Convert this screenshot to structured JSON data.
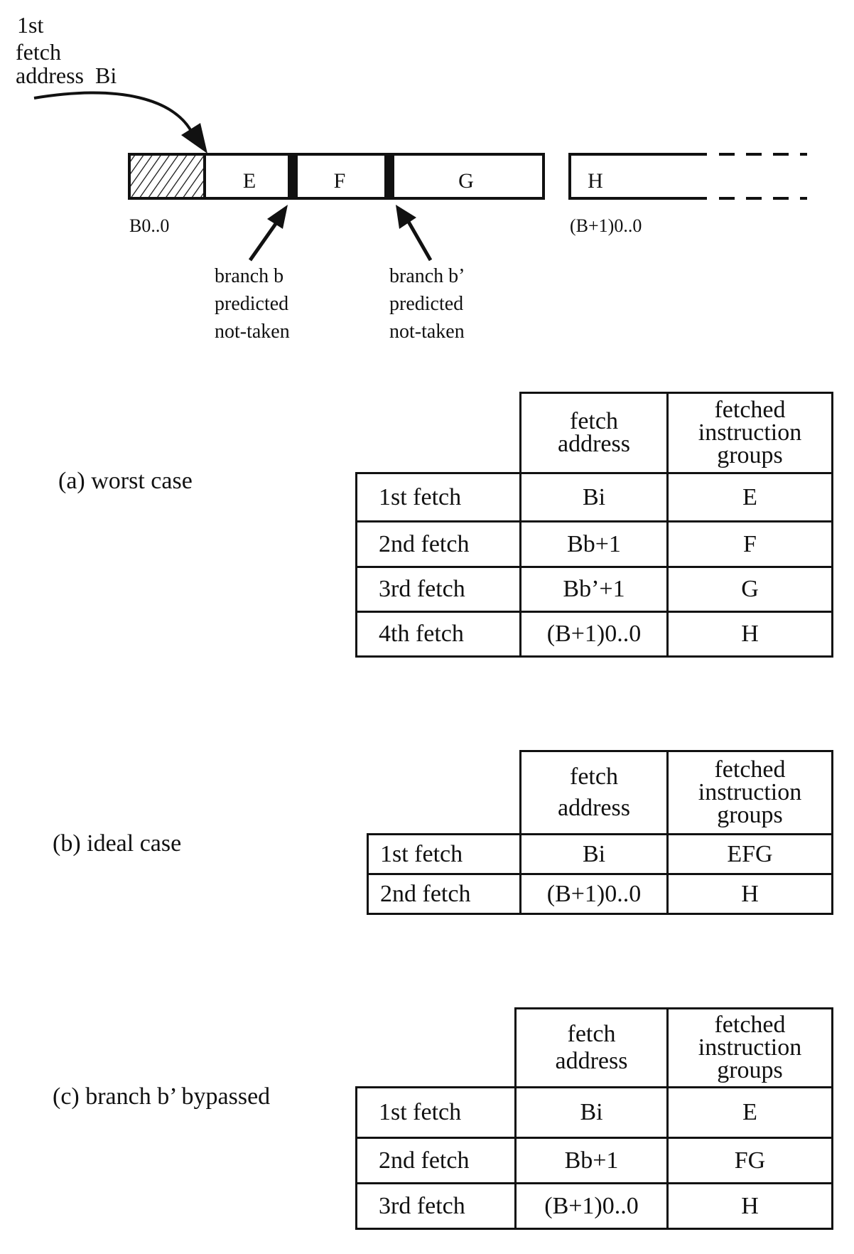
{
  "diagram": {
    "first_fetch_label": [
      "1st",
      "fetch",
      "address  Bi"
    ],
    "blocks": [
      "E",
      "F",
      "G",
      "H"
    ],
    "addr_left": "B0..0",
    "addr_right": "(B+1)0..0",
    "branch_b": [
      "branch b",
      "predicted",
      "not-taken"
    ],
    "branch_b_prime": [
      "branch b’",
      "predicted",
      "not-taken"
    ]
  },
  "tables": {
    "header": {
      "fetch_address": [
        "fetch",
        "address"
      ],
      "fetched_groups": [
        "fetched",
        "instruction",
        "groups"
      ]
    },
    "worst": {
      "label": "(a) worst case",
      "rows": [
        {
          "fetch": "1st fetch",
          "address": "Bi",
          "groups": "E"
        },
        {
          "fetch": "2nd fetch",
          "address": "Bb+1",
          "groups": "F"
        },
        {
          "fetch": "3rd fetch",
          "address": "Bb’+1",
          "groups": "G"
        },
        {
          "fetch": "4th fetch",
          "address": "(B+1)0..0",
          "groups": "H"
        }
      ]
    },
    "ideal": {
      "label": "(b) ideal case",
      "rows": [
        {
          "fetch": "1st fetch",
          "address": "Bi",
          "groups": "EFG"
        },
        {
          "fetch": "2nd fetch",
          "address": "(B+1)0..0",
          "groups": "H"
        }
      ]
    },
    "bypassed": {
      "label": "(c) branch b’ bypassed",
      "rows": [
        {
          "fetch": "1st fetch",
          "address": "Bi",
          "groups": "E"
        },
        {
          "fetch": "2nd fetch",
          "address": "Bb+1",
          "groups": "FG"
        },
        {
          "fetch": "3rd fetch",
          "address": "(B+1)0..0",
          "groups": "H"
        }
      ]
    }
  }
}
